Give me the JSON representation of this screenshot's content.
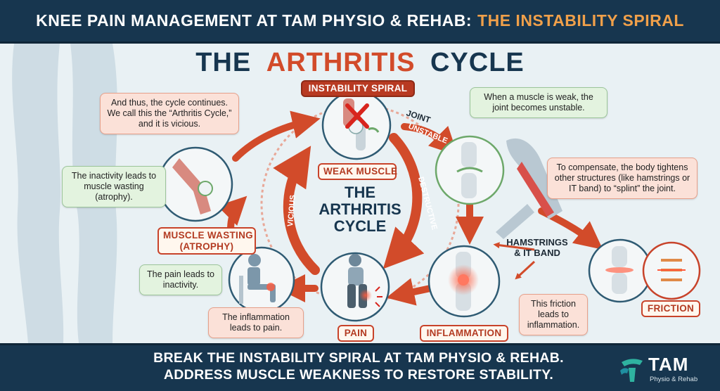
{
  "header": {
    "title_main": "KNEE PAIN MANAGEMENT AT TAM PHYSIO & REHAB:",
    "title_accent": "THE INSTABILITY SPIRAL"
  },
  "main_title": {
    "part1": "THE",
    "part2": "ARTHRITIS",
    "part3": "CYCLE"
  },
  "center_title": {
    "line1": "THE",
    "line2": "ARTHRITIS",
    "line3": "CYCLE"
  },
  "arrow_labels": {
    "vicious": "VICIOUS",
    "destructive": "DESTRUCTIVE",
    "joint": "JOINT",
    "unstable": "UNSTABLE"
  },
  "stages": {
    "instability_spiral": "INSTABILITY SPIRAL",
    "weak_muscle": "WEAK MUSCLE",
    "muscle_wasting_line1": "MUSCLE WASTING",
    "muscle_wasting_line2": "(ATROPHY)",
    "pain": "PAIN",
    "inflammation": "INFLAMMATION",
    "friction": "FRICTION",
    "hamstrings_line1": "HAMSTRINGS",
    "hamstrings_line2": "& IT BAND"
  },
  "bubbles": {
    "cycle_continues": "And thus, the cycle continues. We call this the “Arthritis Cycle,” and it is vicious.",
    "muscle_weak": "When a muscle is weak, the joint becomes unstable.",
    "inactivity": "The inactivity leads to muscle wasting (atrophy).",
    "compensate": "To compensate, the body tightens other structures (like hamstrings or IT band) to “splint” the joint.",
    "pain_inactivity": "The pain leads to inactivity.",
    "inflammation_pain": "The inflammation leads to pain.",
    "friction": "This friction leads to inflammation."
  },
  "footer": {
    "line1": "BREAK THE INSTABILITY SPIRAL AT TAM PHYSIO & REHAB.",
    "line2": "ADDRESS MUSCLE WEAKNESS TO RESTORE STABILITY."
  },
  "logo": {
    "name": "TAM",
    "sub": "Physio & Rehab"
  },
  "colors": {
    "navy": "#17364f",
    "accent_orange": "#f0a04a",
    "cycle_red": "#d24b2a",
    "pink_bubble": "#fbe1d8",
    "green_bubble": "#e3f3df"
  },
  "icons": [
    "knee-joint-icon",
    "red-x-icon",
    "seated-person-icon",
    "pain-person-icon",
    "inflamed-knee-icon",
    "tam-logo-icon"
  ]
}
